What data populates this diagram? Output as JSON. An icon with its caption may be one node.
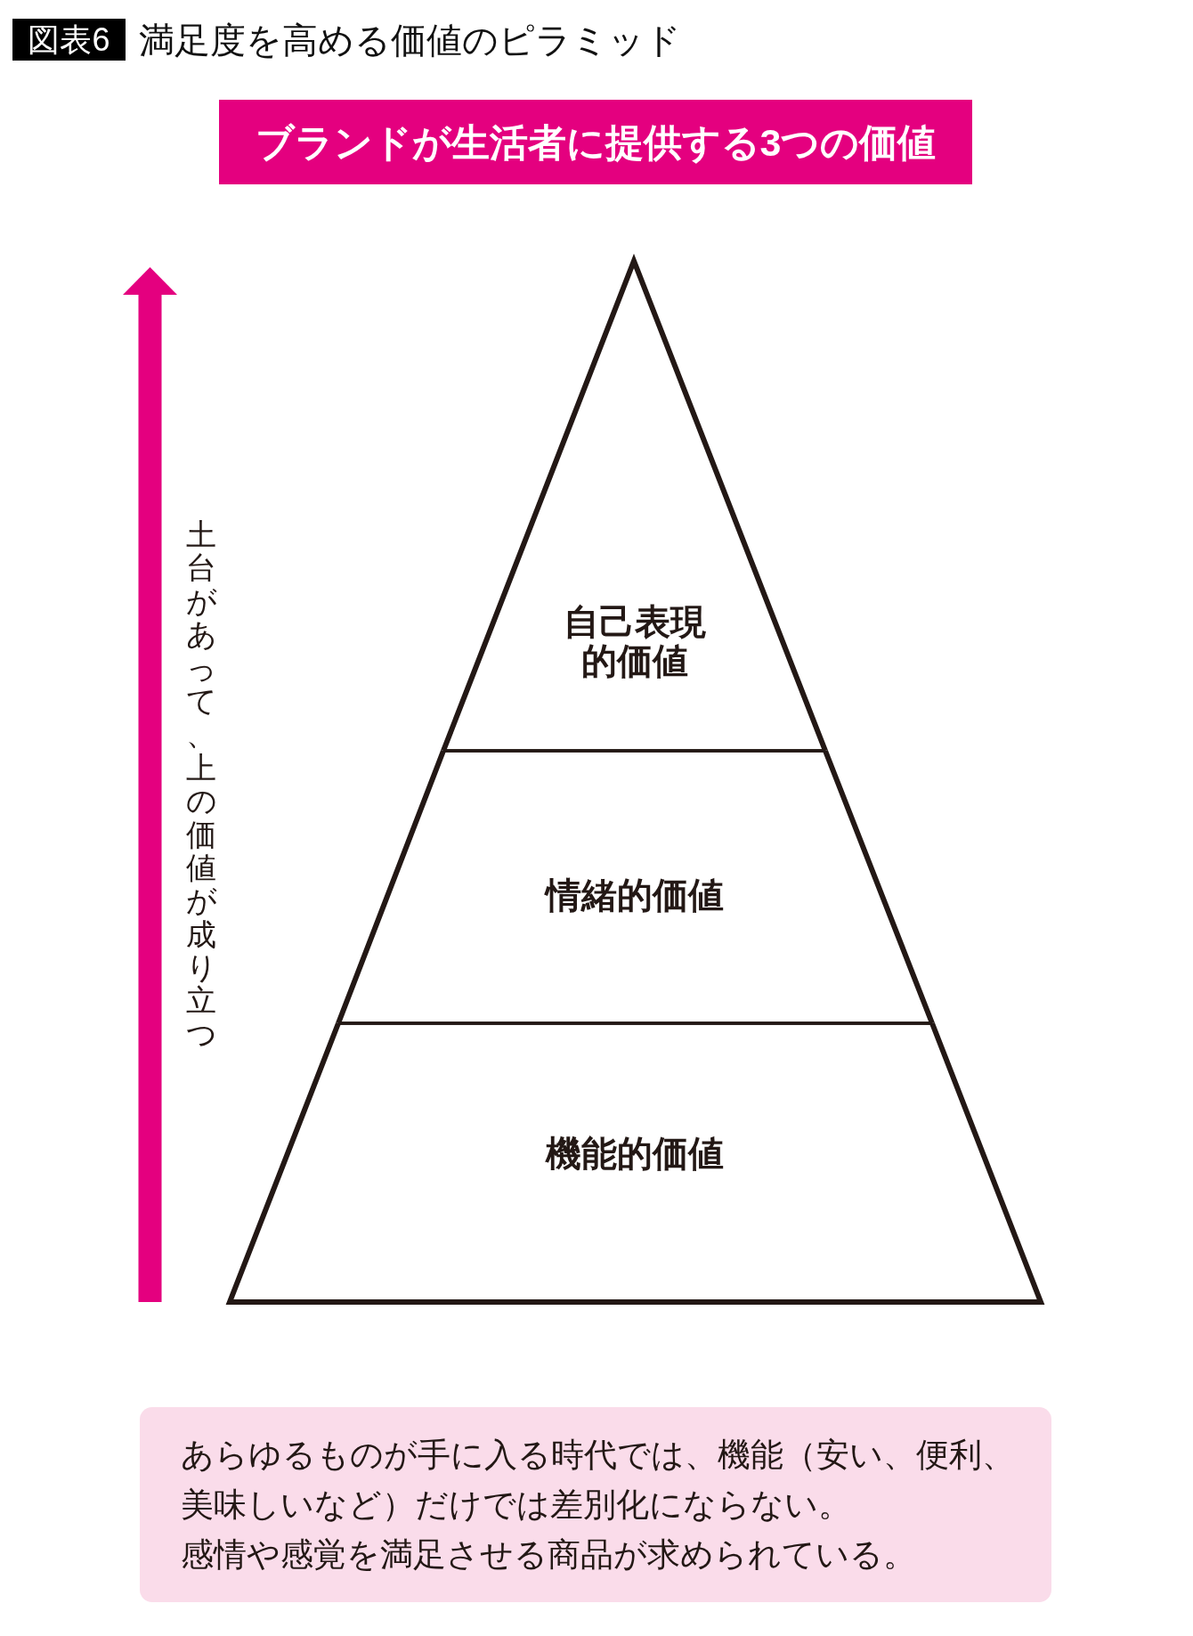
{
  "diagram": {
    "title": "満足度を高める価値のピラミッド",
    "nodes": [
      {
        "text": [
          "ブランドが生活者に提供する3つの価値"
        ]
      },
      {
        "text": [
          "自己表現的価値"
        ]
      },
      {
        "text": [
          "情緒的価値"
        ]
      },
      {
        "text": [
          "機能的価値"
        ]
      },
      {
        "text": [
          "あらゆるものが手に入る時代では、機能（安い、便利、美味しいなど）だけでは差別化にならない。",
          "感情や感覚を満足させる商品が求められている。"
        ]
      }
    ],
    "labels": [
      "図表6",
      "土台があって、上の価値が成り立つ"
    ]
  }
}
